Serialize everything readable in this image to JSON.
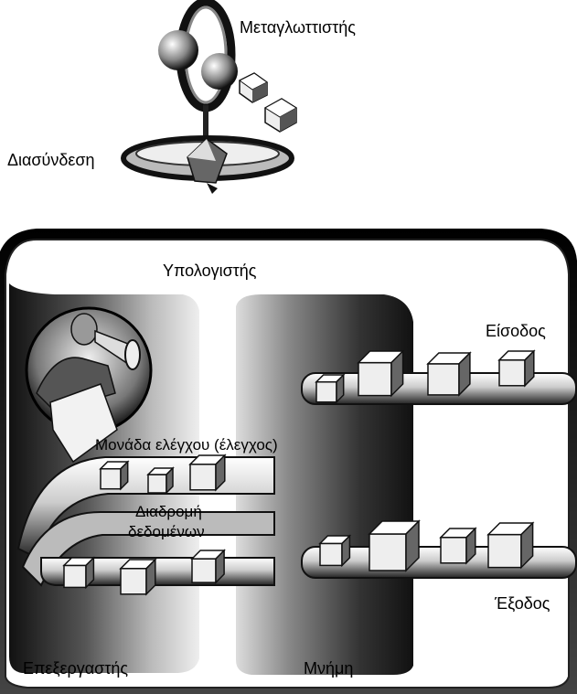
{
  "labels": {
    "compiler": "Μεταγλωττιστής",
    "interface": "Διασύνδεση",
    "computer": "Υπολογιστής",
    "input": "Είσοδος",
    "control": "Μονάδα ελέγχου (έλεγχος)",
    "datapath_line1": "Διαδρομή",
    "datapath_line2": "δεδομένων",
    "output": "Έξοδος",
    "processor": "Επεξεργαστής",
    "memory": "Μνήμη"
  },
  "colors": {
    "ink": "#000000",
    "dark": "#1a1a1a",
    "mid": "#6e6e6e",
    "light": "#d9d9d9",
    "paper": "#ffffff"
  },
  "icons": [
    "globe-ring-icon",
    "cube-icon",
    "person-megaphone-icon",
    "conveyor-belt-icon"
  ]
}
